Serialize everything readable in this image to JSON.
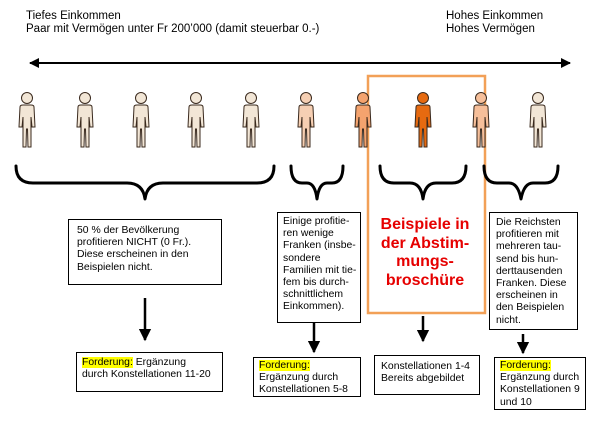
{
  "header": {
    "left_line1": "Tiefes Einkommen",
    "left_line2": "Paar mit Vermögen unter Fr 200’000 (damit steuerbar 0.-)",
    "right_line1": "Hohes Einkommen",
    "right_line2": "Hohes Vermögen"
  },
  "figures": [
    {
      "color": "#f2e6d6"
    },
    {
      "color": "#f2e6d6"
    },
    {
      "color": "#f2e6d6"
    },
    {
      "color": "#f2e6d6"
    },
    {
      "color": "#f2e6d6"
    },
    {
      "color": "#f6cfb3"
    },
    {
      "color": "#f4a36e"
    },
    {
      "color": "#e66a10"
    },
    {
      "color": "#f6bf9a"
    },
    {
      "color": "#f2e6d6"
    }
  ],
  "groups": {
    "g1": {
      "lines": [
        "50 % der Bevölkerung",
        "profitieren NICHT (0 Fr.).",
        "Diese erscheinen in den",
        "Beispielen nicht."
      ],
      "forderung_label": "Forderung:",
      "forderung_rest": " Ergänzung",
      "forderung_lines": [
        "durch Konstellationen 11-20"
      ]
    },
    "g2": {
      "lines": [
        "Einige profitie-",
        "ren wenige",
        "Franken (insbe-",
        "sondere",
        "Familien mit tie-",
        "fem bis durch-",
        "schnittlichem",
        "Einkommen)."
      ],
      "forderung_label": "Forderung:",
      "forderung_lines": [
        "Ergänzung durch",
        "Konstellationen 5-8"
      ]
    },
    "g3": {
      "title_lines": [
        "Beispiele in",
        "der Abstim-",
        "mungs-",
        "broschüre"
      ],
      "result_lines": [
        "Konstellationen 1-4",
        "Bereits abgebildet"
      ]
    },
    "g4": {
      "lines": [
        "Die Reichsten",
        "profitieren mit",
        "mehreren tau-",
        "send bis hun-",
        "derttausenden",
        "Franken. Diese",
        "erscheinen in",
        "den Beispielen",
        "nicht."
      ],
      "forderung_label": "Forderung:",
      "forderung_lines": [
        "Ergänzung durch",
        "Konstellationen 9",
        "und 10"
      ]
    }
  },
  "colors": {
    "highlight_frame": "#f2a057",
    "title_red": "#e60000",
    "forderung_highlight": "#ffff00"
  }
}
